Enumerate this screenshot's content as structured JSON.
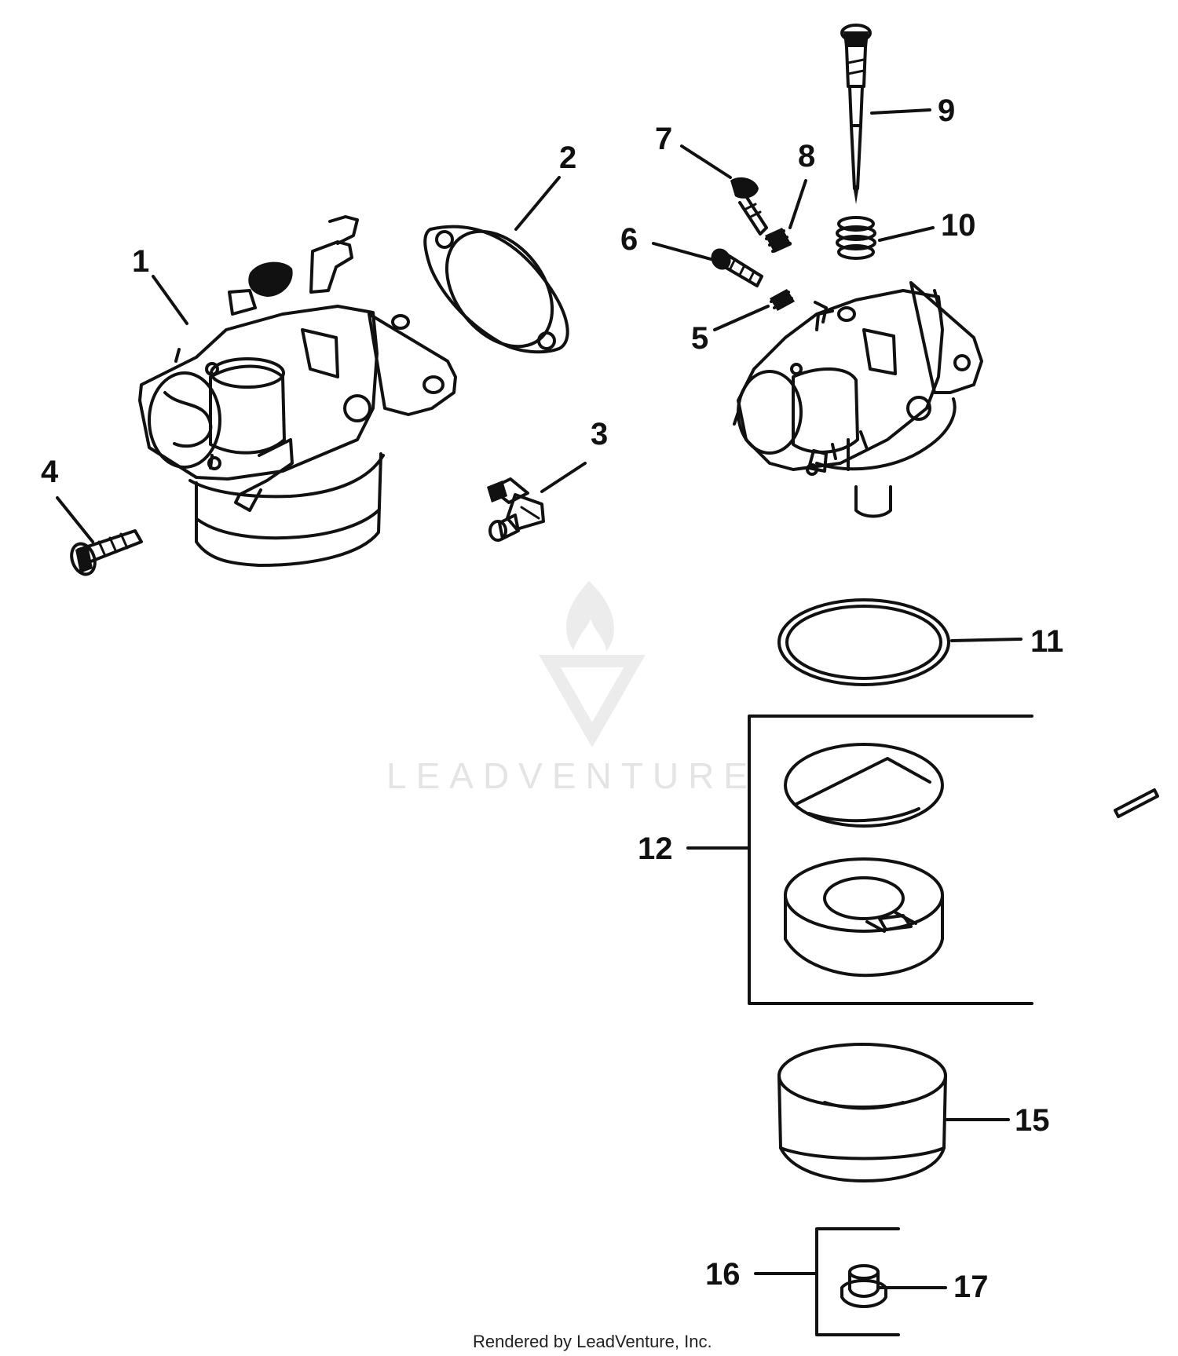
{
  "part_labels": {
    "p1": "1",
    "p2": "2",
    "p3": "3",
    "p4": "4",
    "p5": "5",
    "p6": "6",
    "p7": "7",
    "p8": "8",
    "p9": "9",
    "p10": "10",
    "p11": "11",
    "p12": "12",
    "p15": "15",
    "p16": "16",
    "p17": "17"
  },
  "watermark": {
    "brand": "LEADVENTURE"
  },
  "footer": {
    "text": "Rendered by LeadVenture, Inc."
  },
  "colors": {
    "ink": "#111111",
    "watermark": "#e4e4e4",
    "background": "#ffffff"
  }
}
